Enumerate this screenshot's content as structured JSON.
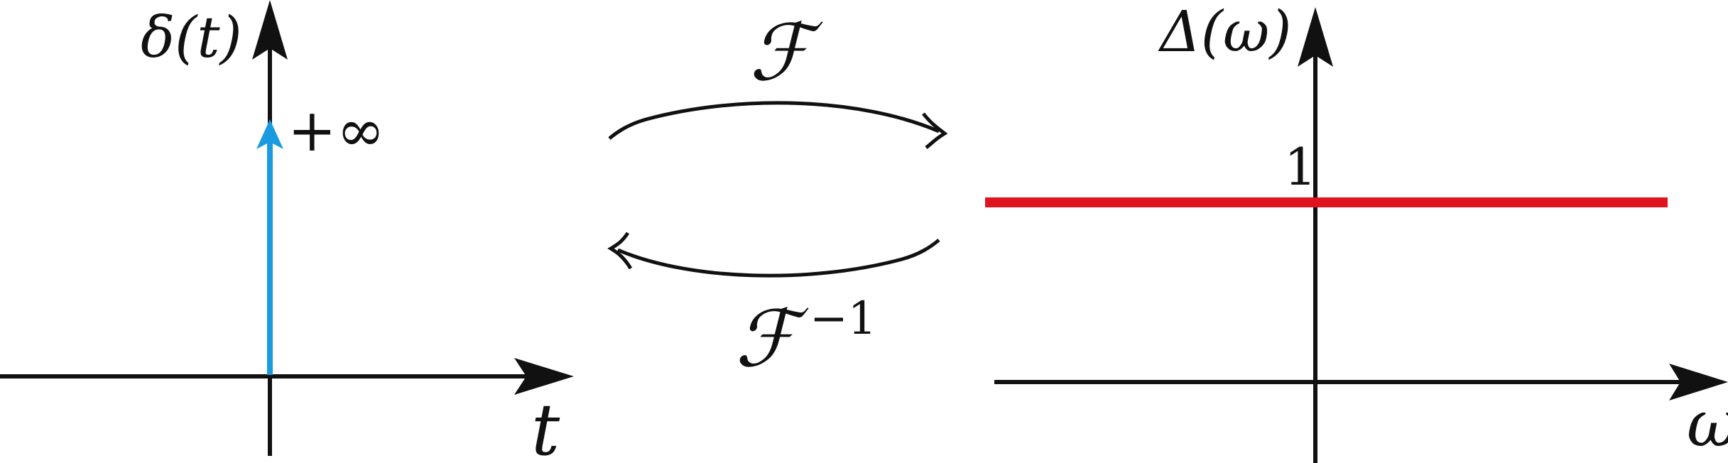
{
  "left_plot": {
    "y_label": "δ(t)",
    "x_label": "t",
    "impulse_label": "+∞",
    "impulse_color": "#1a9be0"
  },
  "transform": {
    "forward_label": "ℱ",
    "inverse_label": "ℱ",
    "inverse_exponent": "−1"
  },
  "right_plot": {
    "y_label": "Δ(ω)",
    "x_label": "ω",
    "level_tick_label": "1",
    "level_value": 1,
    "line_color": "#e0141e"
  },
  "colors": {
    "axis": "#111111"
  }
}
